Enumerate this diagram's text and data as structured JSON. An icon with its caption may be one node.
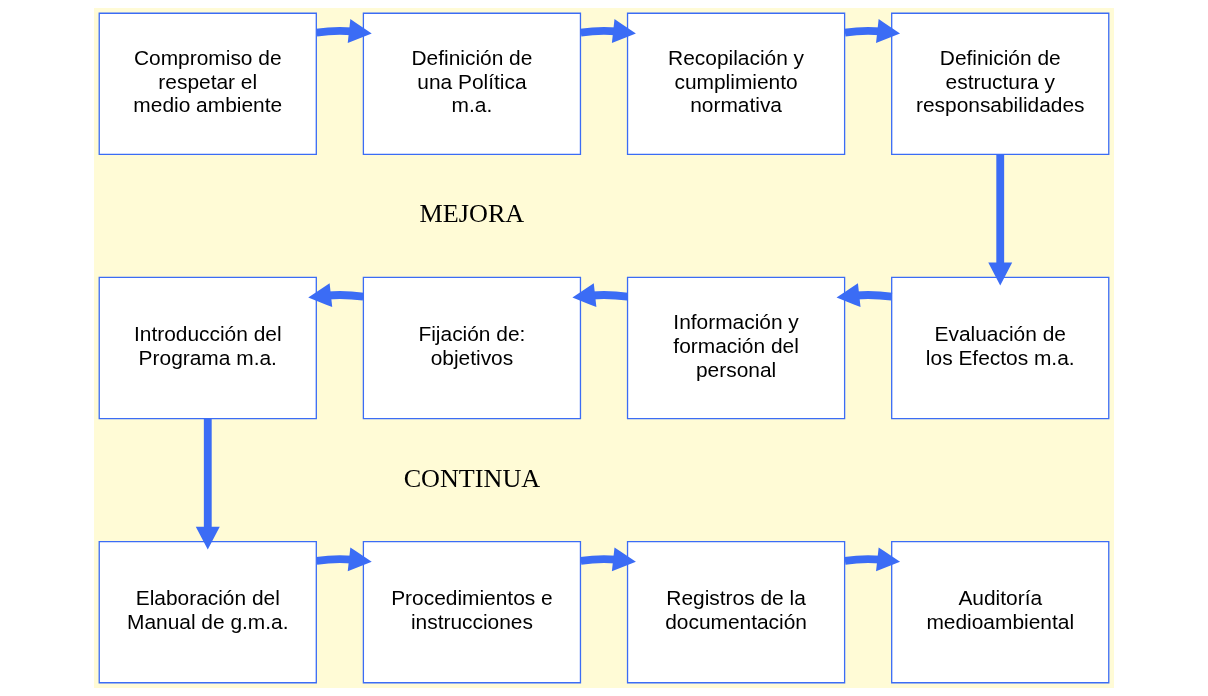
{
  "diagram": {
    "nodes": [
      {
        "text": [
          "Compromiso de respetar el medio ambiente"
        ]
      },
      {
        "text": [
          "Definición de una Política m.a."
        ]
      },
      {
        "text": [
          "Recopilación y cumplimiento normativa"
        ]
      },
      {
        "text": [
          "Definición de estructura y responsabilidades"
        ]
      },
      {
        "text": [
          "Evaluación de los Efectos m.a."
        ]
      },
      {
        "text": [
          "Información y formación del personal"
        ]
      },
      {
        "text": [
          "Fijación de: objetivos"
        ]
      },
      {
        "text": [
          "Introducción del Programa m.a."
        ]
      },
      {
        "text": [
          "Elaboración del Manual de g.m.a."
        ]
      },
      {
        "text": [
          "Procedimientos e instrucciones"
        ]
      },
      {
        "text": [
          "Registros de la documentación"
        ]
      },
      {
        "text": [
          "Auditoría medioambiental"
        ]
      }
    ],
    "edges": [
      {
        "from": 0,
        "to": 1,
        "arrow": "to"
      },
      {
        "from": 1,
        "to": 2,
        "arrow": "to"
      },
      {
        "from": 2,
        "to": 3,
        "arrow": "to"
      },
      {
        "from": 3,
        "to": 4,
        "arrow": "to"
      },
      {
        "from": 4,
        "to": 5,
        "arrow": "to"
      },
      {
        "from": 5,
        "to": 6,
        "arrow": "to"
      },
      {
        "from": 6,
        "to": 7,
        "arrow": "to"
      },
      {
        "from": 7,
        "to": 8,
        "arrow": "to"
      },
      {
        "from": 8,
        "to": 9,
        "arrow": "to"
      },
      {
        "from": 9,
        "to": 10,
        "arrow": "to"
      },
      {
        "from": 10,
        "to": 11,
        "arrow": "to"
      }
    ],
    "labels": [
      "MEJORA",
      "CONTINUA"
    ]
  }
}
